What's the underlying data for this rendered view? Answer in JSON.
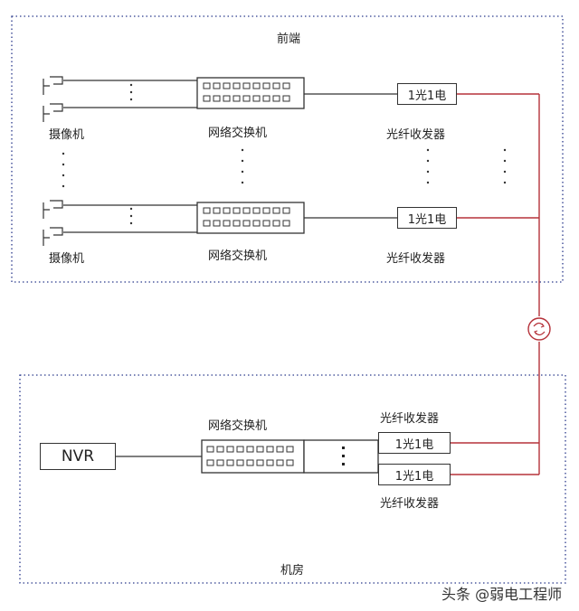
{
  "front_end": {
    "title": "前端",
    "groups": [
      {
        "camera_label": "摄像机",
        "switch_label": "网络交换机",
        "transceiver_text": "1光1电",
        "transceiver_label": "光纤收发器"
      },
      {
        "camera_label": "摄像机",
        "switch_label": "网络交换机",
        "transceiver_text": "1光1电",
        "transceiver_label": "光纤收发器"
      }
    ]
  },
  "server_room": {
    "title": "机房",
    "nvr_label": "NVR",
    "switch_label": "网络交换机",
    "transceivers": [
      {
        "text": "1光1电",
        "label": "光纤收发器"
      },
      {
        "text": "1光1电",
        "label": "光纤收发器"
      }
    ]
  },
  "watermark": "头条 @弱电工程师",
  "colors": {
    "fiber": "#b5323a",
    "dotted_border": "#2b3a8c",
    "line": "#333333"
  }
}
